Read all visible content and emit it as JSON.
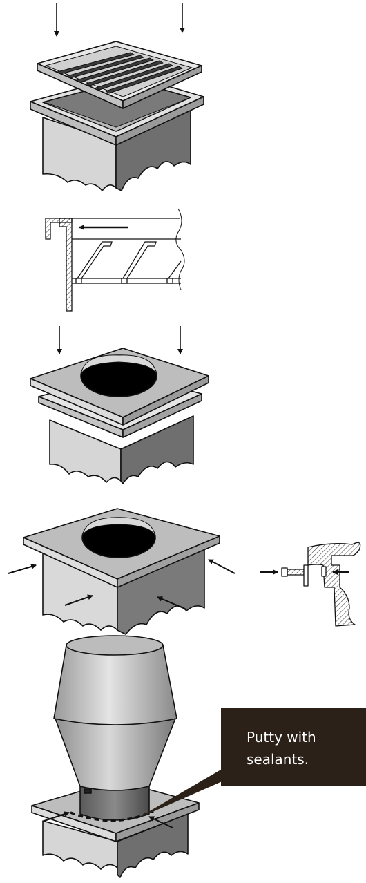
{
  "callout": {
    "line1": "Putty with",
    "line2": "sealants.",
    "background_color": "#2b2118",
    "text_color": "#ffffff"
  },
  "steps": [
    {
      "name": "insert-grille-into-frame"
    },
    {
      "name": "grille-clip-detail"
    },
    {
      "name": "insert-collar-plate"
    },
    {
      "name": "fix-plate-with-screws"
    },
    {
      "name": "fit-hood-and-seal"
    }
  ],
  "colors": {
    "outline": "#111111",
    "panel_light": "#d6d6d6",
    "panel_mid": "#a9a9a9",
    "panel_dark": "#6f6f6f",
    "hole": "#000000",
    "hatch": "#555555"
  }
}
